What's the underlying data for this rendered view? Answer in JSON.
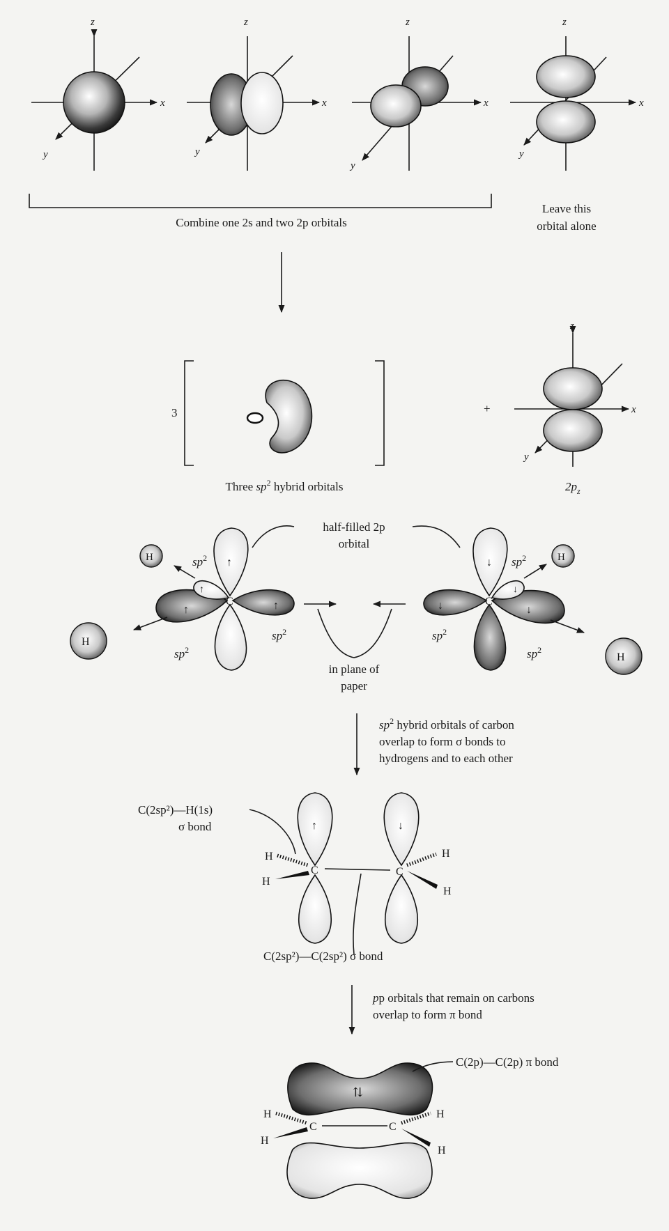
{
  "axes": {
    "x": "x",
    "y": "y",
    "z": "z"
  },
  "row1": {
    "combine_caption": "Combine one 2s and two 2p orbitals",
    "leave_caption_1": "Leave this",
    "leave_caption_2": "orbital alone"
  },
  "row2": {
    "multiplier": "3",
    "plus": "+",
    "hybrid_caption_pre": "Three ",
    "hybrid_caption_sp": "sp",
    "hybrid_caption_sup": "2",
    "hybrid_caption_post": " hybrid orbitals",
    "pz_caption": "2p",
    "pz_sub": "z"
  },
  "row3": {
    "half_filled_1": "half-filled 2p",
    "half_filled_2": "orbital",
    "in_plane_1": "in plane of",
    "in_plane_2": "paper",
    "sp2": "sp",
    "sp2_sup": "2",
    "carbon": "C",
    "hydrogen": "H"
  },
  "step1": {
    "line1_sp": "sp",
    "line1_sup": "2",
    "line1_rest": " hybrid orbitals of carbon",
    "line2": "overlap to form σ bonds to",
    "line3": "hydrogens and to each other"
  },
  "row4": {
    "ch_bond_1": "C(2sp²)—H(1s)",
    "ch_bond_2": "σ bond",
    "cc_bond": "C(2sp²)—C(2sp²) σ bond"
  },
  "step2": {
    "line1": "p orbitals that remain on carbons",
    "line2": "overlap to form π bond"
  },
  "row5": {
    "pi_bond": "C(2p)—C(2p) π bond",
    "electron_pair": "⇅"
  }
}
